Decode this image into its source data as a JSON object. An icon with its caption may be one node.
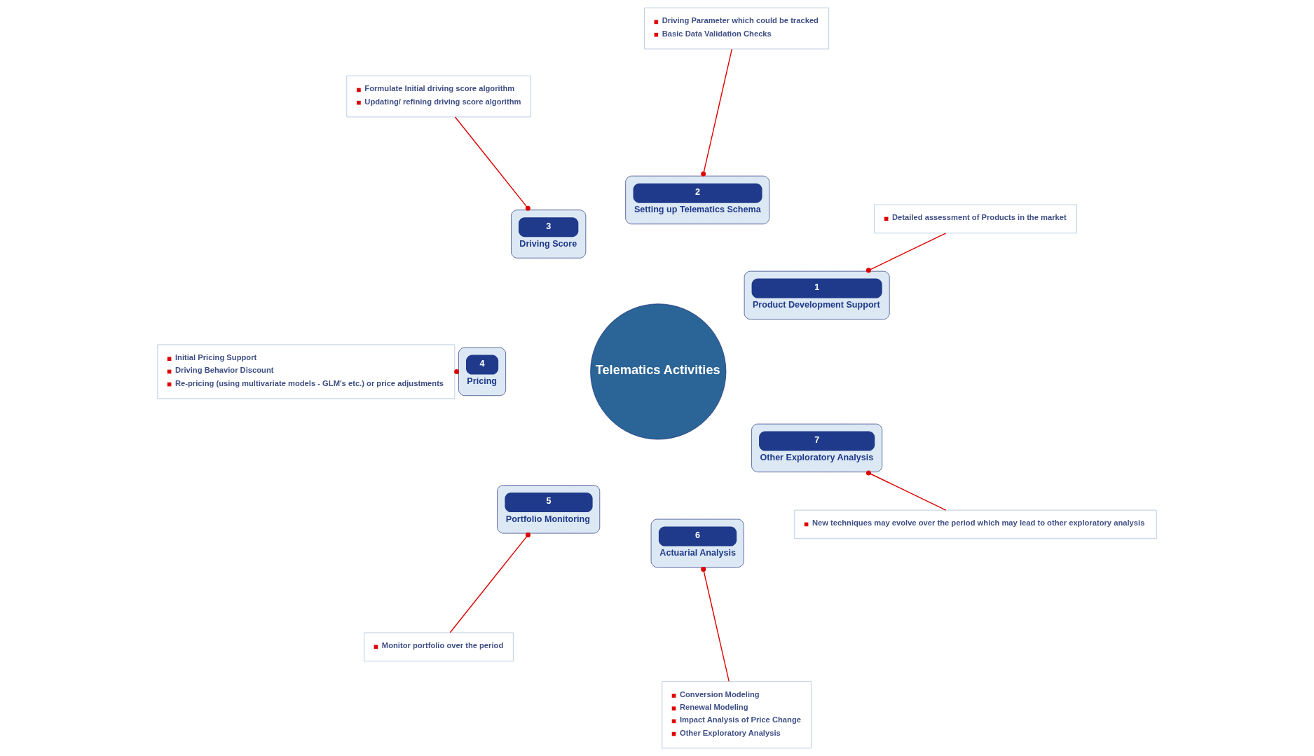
{
  "diagram": {
    "nodes": [
      {
        "text": [
          "Telematics Activities"
        ]
      },
      {
        "text": [
          "1",
          "Product Development Support"
        ]
      },
      {
        "text": [
          "2",
          "Setting up Telematics Schema"
        ]
      },
      {
        "text": [
          "3",
          "Driving Score"
        ]
      },
      {
        "text": [
          "4",
          "Pricing"
        ]
      },
      {
        "text": [
          "5",
          "Portfolio Monitoring"
        ]
      },
      {
        "text": [
          "6",
          "Actuarial Analysis"
        ]
      },
      {
        "text": [
          "7",
          "Other Exploratory Analysis"
        ]
      },
      {
        "text": [
          "Detailed assessment of Products in the market"
        ]
      },
      {
        "text": [
          "Driving Parameter which could be tracked",
          "Basic Data Validation Checks"
        ]
      },
      {
        "text": [
          "Formulate Initial driving score algorithm",
          "Updating/ refining driving score algorithm"
        ]
      },
      {
        "text": [
          "Initial Pricing Support",
          "Driving Behavior Discount",
          "Re-pricing (using multivariate models - GLM's etc.) or price adjustments"
        ]
      },
      {
        "text": [
          "Monitor portfolio over the period"
        ]
      },
      {
        "text": [
          "Conversion Modeling",
          "Renewal Modeling",
          "Impact Analysis of Price Change",
          "Other Exploratory Analysis"
        ]
      },
      {
        "text": [
          "New techniques may evolve over the period which may lead to other exploratory analysis"
        ]
      }
    ],
    "edges": [
      {
        "from": 8,
        "to": 1,
        "arrow": "other"
      },
      {
        "from": 9,
        "to": 2,
        "arrow": "other"
      },
      {
        "from": 10,
        "to": 3,
        "arrow": "other"
      },
      {
        "from": 11,
        "to": 4,
        "arrow": "other"
      },
      {
        "from": 12,
        "to": 5,
        "arrow": "other"
      },
      {
        "from": 13,
        "to": 6,
        "arrow": "other"
      },
      {
        "from": 14,
        "to": 7,
        "arrow": "other"
      }
    ]
  }
}
